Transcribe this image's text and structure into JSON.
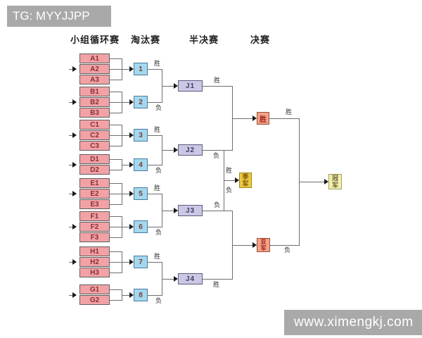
{
  "watermarks": {
    "tg": "TG: MYYJJPP",
    "site": "www.ximengkj.com"
  },
  "stage_headers": [
    {
      "label": "小组循环赛"
    },
    {
      "label": "淘汰赛"
    },
    {
      "label": "半决赛"
    },
    {
      "label": "决赛"
    }
  ],
  "bracket": {
    "groups": [
      {
        "teams": [
          "A1",
          "A2",
          "A3"
        ],
        "match": "1",
        "result": "胜"
      },
      {
        "teams": [
          "B1",
          "B2",
          "B3"
        ],
        "match": "2",
        "result": "负"
      },
      {
        "teams": [
          "C1",
          "C2",
          "C3"
        ],
        "match": "3",
        "result": "胜"
      },
      {
        "teams": [
          "D1",
          "D2"
        ],
        "match": "4",
        "result": "负"
      },
      {
        "teams": [
          "E1",
          "E2",
          "E3"
        ],
        "match": "5",
        "result": "胜"
      },
      {
        "teams": [
          "F1",
          "F2",
          "F3"
        ],
        "match": "6",
        "result": "负"
      },
      {
        "teams": [
          "H1",
          "H2",
          "H3"
        ],
        "match": "7",
        "result": "胜"
      },
      {
        "teams": [
          "G1",
          "G2"
        ],
        "match": "8",
        "result": "负"
      }
    ],
    "semifinals": [
      {
        "label": "J1",
        "result": "胜"
      },
      {
        "label": "J2",
        "result": "负"
      },
      {
        "label": "J3",
        "result": "负"
      },
      {
        "label": "J4",
        "result": "胜"
      }
    ],
    "finals": {
      "winners_match": {
        "label": "胜",
        "result": "胜"
      },
      "runnerup_match": {
        "label": "亚军",
        "result": "负"
      },
      "third_place": {
        "label": "季军",
        "upper_label": "胜",
        "lower_label": "负"
      },
      "champion": {
        "label": "冠军"
      }
    }
  },
  "colors": {
    "team_pink": "#f2a2a6",
    "match_blue": "#a3d8ee",
    "semi_lavender": "#cbc8e6",
    "final_orange": "#f2a386",
    "third_gold": "#edc93f",
    "champion_yellow": "#f4efad",
    "watermark_gray": "#a9a9a9"
  }
}
